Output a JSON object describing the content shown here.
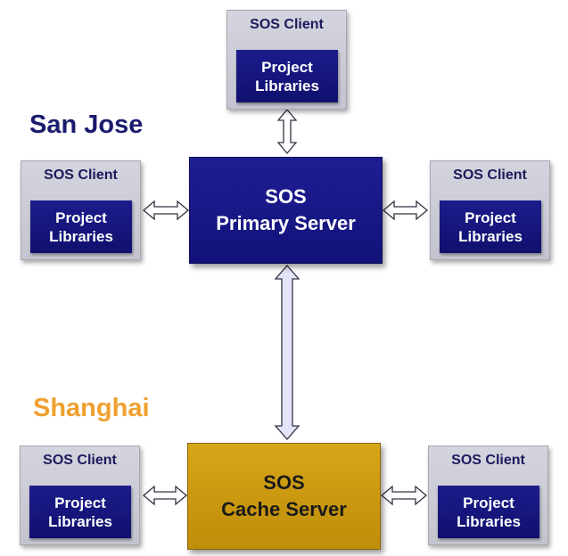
{
  "locations": {
    "san_jose": "San Jose",
    "shanghai": "Shanghai"
  },
  "servers": {
    "primary": {
      "line1": "SOS",
      "line2": "Primary Server"
    },
    "cache": {
      "line1": "SOS",
      "line2": "Cache Server"
    }
  },
  "clients": [
    {
      "title": "SOS Client",
      "lib_line1": "Project",
      "lib_line2": "Libraries"
    },
    {
      "title": "SOS Client",
      "lib_line1": "Project",
      "lib_line2": "Libraries"
    },
    {
      "title": "SOS Client",
      "lib_line1": "Project",
      "lib_line2": "Libraries"
    },
    {
      "title": "SOS Client",
      "lib_line1": "Project",
      "lib_line2": "Libraries"
    },
    {
      "title": "SOS Client",
      "lib_line1": "Project",
      "lib_line2": "Libraries"
    }
  ],
  "colors": {
    "primary_server": "#12127a",
    "cache_server": "#c99a10",
    "client_box": "#c8c8d2",
    "san_jose_label": "#1a1a6e",
    "shanghai_label": "#f0a030"
  }
}
